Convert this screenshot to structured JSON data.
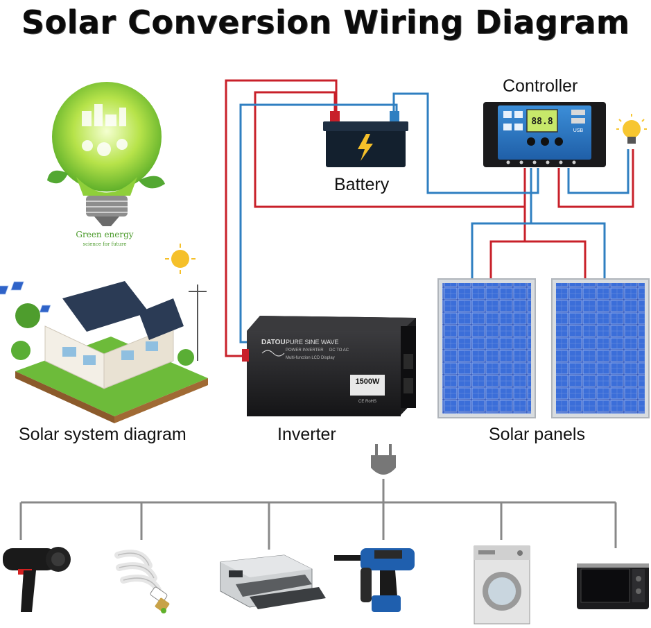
{
  "title": "Solar Conversion Wiring Diagram",
  "labels": {
    "controller": "Controller",
    "battery": "Battery",
    "inverter": "Inverter",
    "solar_panels": "Solar panels",
    "solar_system": "Solar system diagram"
  },
  "bulb_text": {
    "main": "Green energy",
    "sub": "science for future"
  },
  "inverter_text": {
    "brand": "DATOU",
    "model": "PURE SINE WAVE",
    "type": "POWER INVERTER",
    "conv": "DC TO AC",
    "display": "Multi-function LCD Display",
    "power": "1500W",
    "cert": "CE RoHS"
  },
  "controller_text": {
    "lcd": "88.8",
    "usb": "USB"
  },
  "colors": {
    "positive_wire": "#c8202a",
    "negative_wire": "#2f7fc1",
    "load_bus": "#888888"
  },
  "appliance_icons": [
    "hair-dryer-icon",
    "cfl-bulb-icon",
    "printer-icon",
    "power-drill-icon",
    "washing-machine-icon",
    "microwave-oven-icon"
  ]
}
